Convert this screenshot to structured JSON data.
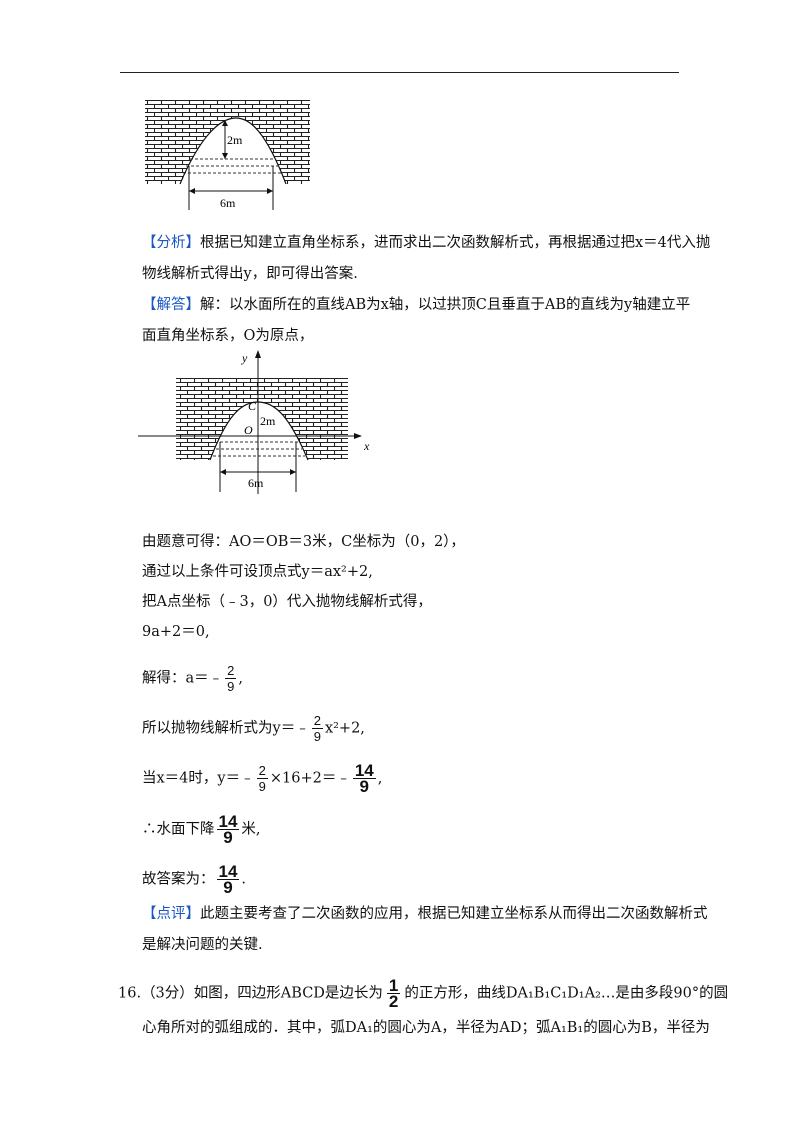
{
  "figure1": {
    "height_label": "2m",
    "width_label": "6m"
  },
  "figure2": {
    "height_label": "2m",
    "width_label": "6m",
    "axis_y": "y",
    "axis_x": "x",
    "point_c": "C",
    "point_o": "O"
  },
  "analysis": {
    "tag": "【分析】",
    "line1": "根据已知建立直角坐标系，进而求出二次函数解析式，再根据通过把x＝4代入抛",
    "line2": "物线解析式得出y，即可得出答案."
  },
  "solution": {
    "tag": "【解答】",
    "line1": "解：以水面所在的直线AB为x轴，以过拱顶C且垂直于AB的直线为y轴建立平",
    "line2": "面直角坐标系，O为原点，",
    "step1": "由题意可得：AO＝OB＝3米，C坐标为（0，2），",
    "step2": "通过以上条件可设顶点式y＝ax²+2,",
    "step3": "把A点坐标（﹣3，0）代入抛物线解析式得，",
    "step4": "9a+2＝0,",
    "step5": "解得：a＝﹣2/9,",
    "step6": "所以抛物线解析式为y＝﹣2/9x²+2,",
    "step7": "当x＝4时，y＝﹣2/9×16+2＝﹣14/9,",
    "step8": "∴水面下降14/9米,",
    "step9": "故答案为：14/9."
  },
  "comment": {
    "tag": "【点评】",
    "line1": "此题主要考查了二次函数的应用，根据已知建立坐标系从而得出二次函数解析式",
    "line2": "是解决问题的关键."
  },
  "question16": {
    "number": "16.",
    "score": "（3分）",
    "line1_a": "如图，四边形ABCD是边长为",
    "line1_b": "的正方形，曲线DA₁B₁C₁D₁A₂…是由多段90°的圆",
    "fraction": "1/2",
    "line2": "心角所对的弧组成的．其中，弧DA₁的圆心为A，半径为AD；弧A₁B₁的圆心为B，半径为"
  }
}
